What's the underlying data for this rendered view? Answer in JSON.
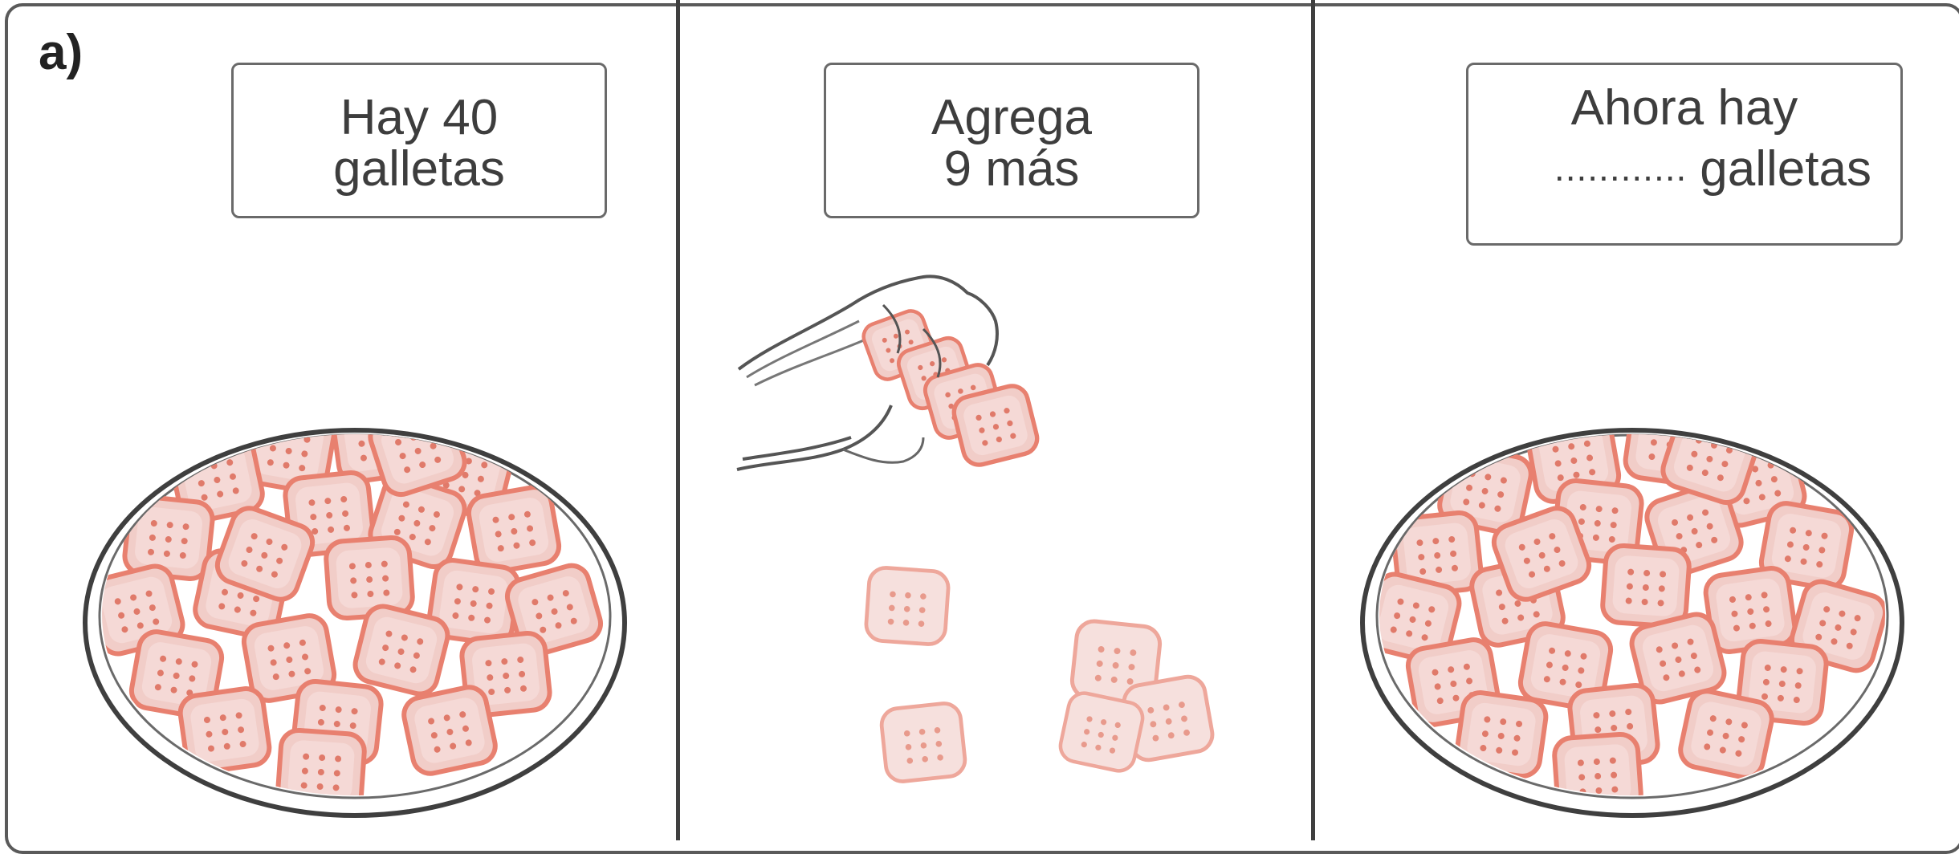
{
  "panel_label": "a)",
  "panels": [
    {
      "line1": "Hay 40",
      "line2": "galletas"
    },
    {
      "line1": "Agrega",
      "line2": "9 más"
    },
    {
      "line1": "Ahora hay",
      "blank": "............",
      "line2": "galletas"
    }
  ],
  "colors": {
    "cookie_fill": "#f0c9c4",
    "cookie_edge": "#e8806f",
    "cookie_dot": "#e07a6a",
    "plate_rim": "#4a4a4a"
  },
  "icons": [
    "plate-with-cookies-icon",
    "hand-holding-cookies-icon",
    "falling-cookie-icon"
  ]
}
